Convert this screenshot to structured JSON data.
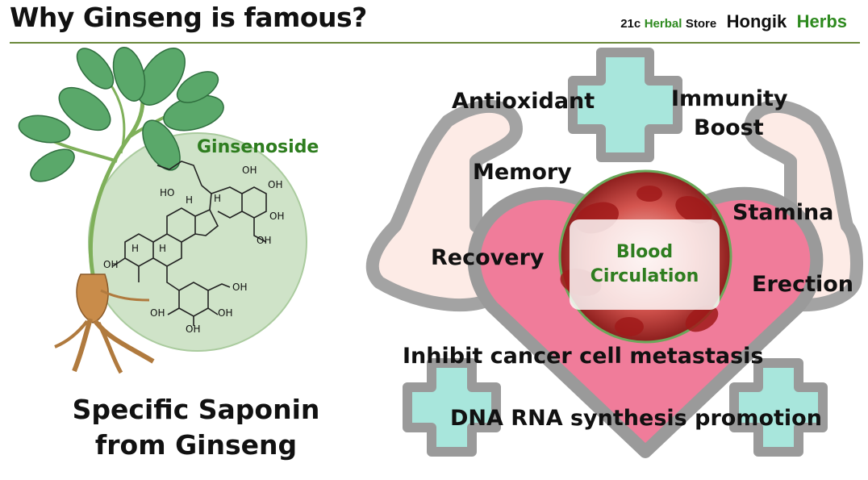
{
  "header": {
    "title": "Why Ginseng is famous?",
    "brand_prefix_num": "21c",
    "brand_prefix_herbal": "Herbal",
    "brand_prefix_store": "Store",
    "brand_name_main": "Hongik",
    "brand_name_accent": "Herbs"
  },
  "left": {
    "compound_label": "Ginsenoside",
    "caption_line1": "Specific Saponin",
    "caption_line2": "from Ginseng",
    "chem_labels": [
      "OH",
      "OH",
      "OH",
      "OH",
      "HO",
      "H",
      "H",
      "H",
      "H",
      "OH",
      "OH",
      "OH",
      "OH",
      "OH"
    ]
  },
  "benefits": {
    "antioxidant": "Antioxidant",
    "immunity_line1": "Immunity",
    "immunity_line2": "Boost",
    "memory": "Memory",
    "stamina": "Stamina",
    "recovery": "Recovery",
    "erection": "Erection",
    "blood_line1": "Blood",
    "blood_line2": "Circulation",
    "cancer": "Inhibit cancer cell metastasis",
    "dna": "DNA RNA synthesis promotion"
  },
  "colors": {
    "brand_green": "#2e8a1f",
    "circle_green": "#cfe3c8",
    "heart_pink": "#f07c9a",
    "cross_teal": "#a8e6dc",
    "outline_gray": "#9a9a9a"
  }
}
